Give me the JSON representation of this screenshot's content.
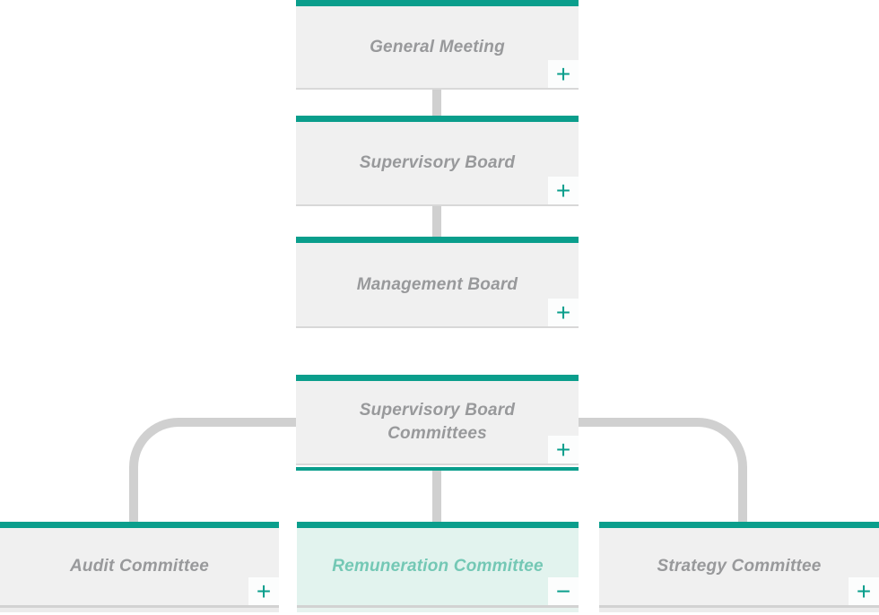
{
  "colors": {
    "accent": "#0a9e8c",
    "box_bg": "#f0f0f0",
    "box_text": "#98999b",
    "connector": "#d0d0d0",
    "highlight_bg": "#e2f3ee",
    "highlight_text": "#74c8b5"
  },
  "org_chart": {
    "nodes": [
      {
        "key": "general-meeting",
        "label": "General Meeting",
        "toggle": "+",
        "state": "collapsed"
      },
      {
        "key": "supervisory-board",
        "label": "Supervisory Board",
        "toggle": "+",
        "state": "collapsed"
      },
      {
        "key": "management-board",
        "label": "Management Board",
        "toggle": "+",
        "state": "collapsed"
      },
      {
        "key": "supervisory-board-committees",
        "label": "Supervisory Board Committees",
        "toggle": "+",
        "state": "collapsed"
      },
      {
        "key": "audit-committee",
        "label": "Audit Committee",
        "toggle": "+",
        "state": "collapsed"
      },
      {
        "key": "remuneration-committee",
        "label": "Remuneration Committee",
        "toggle": "−",
        "state": "expanded",
        "highlighted": true
      },
      {
        "key": "strategy-committee",
        "label": "Strategy Committee",
        "toggle": "+",
        "state": "collapsed"
      }
    ],
    "edges": [
      {
        "from": "general-meeting",
        "to": "supervisory-board"
      },
      {
        "from": "supervisory-board",
        "to": "management-board"
      },
      {
        "from": "supervisory-board-committees",
        "to": "audit-committee"
      },
      {
        "from": "supervisory-board-committees",
        "to": "remuneration-committee"
      },
      {
        "from": "supervisory-board-committees",
        "to": "strategy-committee"
      }
    ]
  }
}
